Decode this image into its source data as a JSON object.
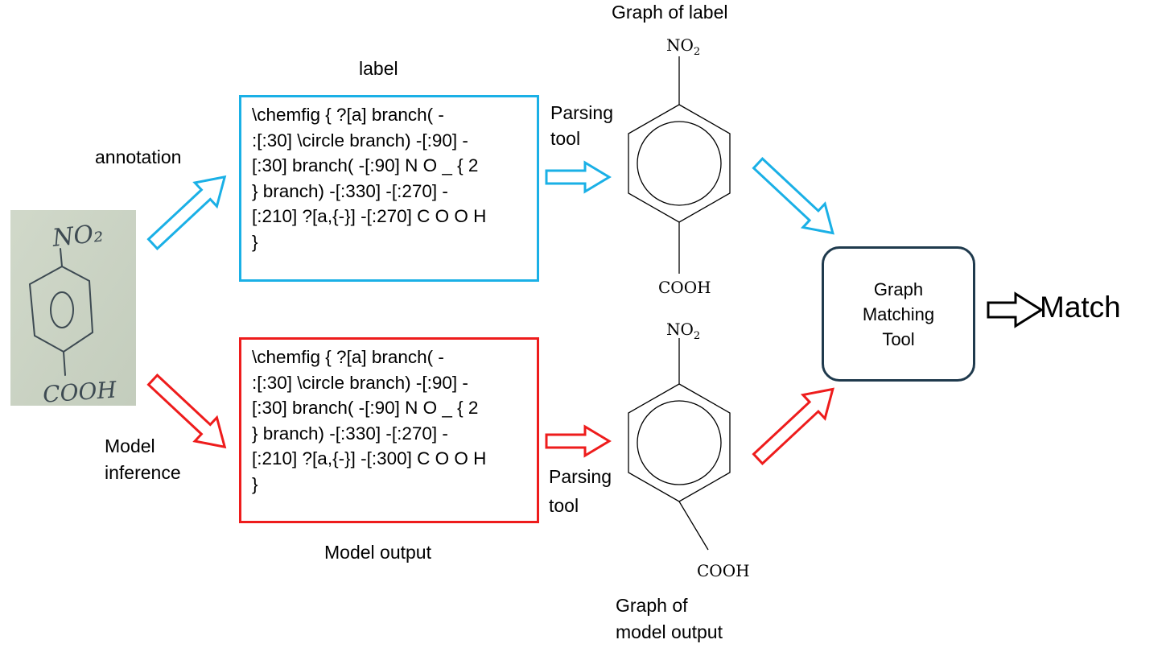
{
  "annotation_label": "annotation",
  "model_inference_label": [
    "Model",
    "inference"
  ],
  "label_title": "label",
  "model_output_title": "Model output",
  "parsing_tool_top": [
    "Parsing",
    "tool"
  ],
  "parsing_tool_bottom": [
    "Parsing",
    "tool"
  ],
  "graph_of_label_title": "Graph of label",
  "graph_of_output_title": [
    "Graph of",
    "model output"
  ],
  "label_code": [
    "\\chemfig { ?[a] branch( -",
    ":[:30] \\circle branch) -[:90] -",
    "[:30] branch( -[:90] N O _ { 2",
    "} branch) -[:330] -[:270] -",
    "[:210] ?[a,{-}] -[:270] C O O H",
    "}"
  ],
  "output_code": [
    "\\chemfig { ?[a] branch( -",
    ":[:30] \\circle branch) -[:90] -",
    "[:30] branch( -[:90] N O _ { 2",
    "} branch) -[:330] -[:270] -",
    "[:210] ?[a,{-}] -[:300] C O O H",
    "}"
  ],
  "top_graph": {
    "substituent_top": "NO",
    "substituent_top_sub": "2",
    "substituent_bottom": "COOH"
  },
  "bottom_graph": {
    "substituent_top": "NO",
    "substituent_top_sub": "2",
    "substituent_bottom": "COOH"
  },
  "handwritten_image": {
    "top": "NO2",
    "bottom": "COOH"
  },
  "graph_matching_tool": [
    "Graph",
    "Matching",
    "Tool"
  ],
  "result": "Match",
  "colors": {
    "label_blue": "#1ab0e6",
    "output_red": "#ee1c1c",
    "match_border": "#1f3a4d"
  }
}
